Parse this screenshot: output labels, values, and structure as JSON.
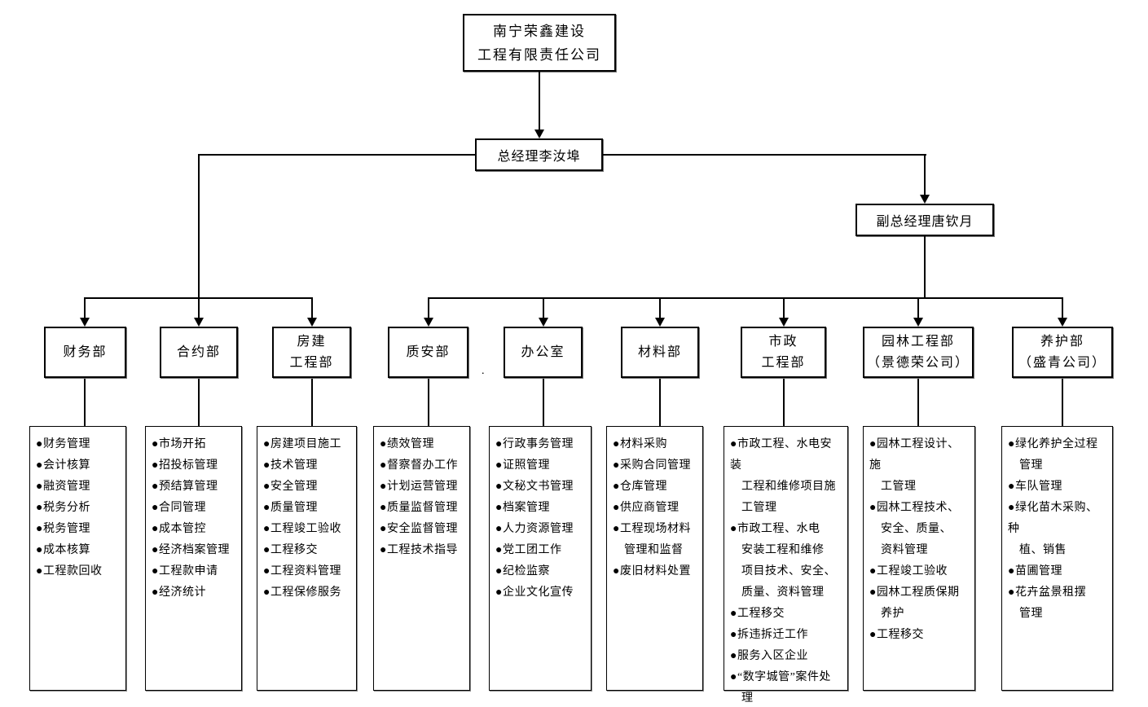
{
  "title_box": {
    "name": "南宁荣鑫建设工程有限责任公司",
    "line1": "南宁荣鑫建设",
    "line2": "工程有限责任公司"
  },
  "general_manager": "总经理李汝埠",
  "deputy_general_manager": "副总经理唐钦月",
  "stray_mark": ".",
  "departments": [
    {
      "name": "财务部",
      "name_lines": [
        "财务部"
      ],
      "duties": [
        {
          "text": "财务管理",
          "lines": [
            "财务管理"
          ]
        },
        {
          "text": "会计核算",
          "lines": [
            "会计核算"
          ]
        },
        {
          "text": "融资管理",
          "lines": [
            "融资管理"
          ]
        },
        {
          "text": "税务分析",
          "lines": [
            "税务分析"
          ]
        },
        {
          "text": "税务管理",
          "lines": [
            "税务管理"
          ]
        },
        {
          "text": "成本核算",
          "lines": [
            "成本核算"
          ]
        },
        {
          "text": "工程款回收",
          "lines": [
            "工程款回收"
          ]
        }
      ]
    },
    {
      "name": "合约部",
      "name_lines": [
        "合约部"
      ],
      "duties": [
        {
          "text": "市场开拓",
          "lines": [
            "市场开拓"
          ]
        },
        {
          "text": "招投标管理",
          "lines": [
            "招投标管理"
          ]
        },
        {
          "text": "预结算管理",
          "lines": [
            "预结算管理"
          ]
        },
        {
          "text": "合同管理",
          "lines": [
            "合同管理"
          ]
        },
        {
          "text": "成本管控",
          "lines": [
            "成本管控"
          ]
        },
        {
          "text": "经济档案管理",
          "lines": [
            "经济档案管理"
          ]
        },
        {
          "text": "工程款申请",
          "lines": [
            "工程款申请"
          ]
        },
        {
          "text": "经济统计",
          "lines": [
            "经济统计"
          ]
        }
      ]
    },
    {
      "name": "房建工程部",
      "name_lines": [
        "房建",
        "工程部"
      ],
      "duties": [
        {
          "text": "房建项目施工",
          "lines": [
            "房建项目施工"
          ]
        },
        {
          "text": "技术管理",
          "lines": [
            "技术管理"
          ]
        },
        {
          "text": "安全管理",
          "lines": [
            "安全管理"
          ]
        },
        {
          "text": "质量管理",
          "lines": [
            "质量管理"
          ]
        },
        {
          "text": "工程竣工验收",
          "lines": [
            "工程竣工验收"
          ]
        },
        {
          "text": "工程移交",
          "lines": [
            "工程移交"
          ]
        },
        {
          "text": "工程资料管理",
          "lines": [
            "工程资料管理"
          ]
        },
        {
          "text": "工程保修服务",
          "lines": [
            "工程保修服务"
          ]
        }
      ]
    },
    {
      "name": "质安部",
      "name_lines": [
        "质安部"
      ],
      "duties": [
        {
          "text": "绩效管理",
          "lines": [
            "绩效管理"
          ]
        },
        {
          "text": "督察督办工作",
          "lines": [
            "督察督办工作"
          ]
        },
        {
          "text": "计划运营管理",
          "lines": [
            "计划运营管理"
          ]
        },
        {
          "text": "质量监督管理",
          "lines": [
            "质量监督管理"
          ]
        },
        {
          "text": "安全监督管理",
          "lines": [
            "安全监督管理"
          ]
        },
        {
          "text": "工程技术指导",
          "lines": [
            "工程技术指导"
          ]
        }
      ]
    },
    {
      "name": "办公室",
      "name_lines": [
        "办公室"
      ],
      "duties": [
        {
          "text": "行政事务管理",
          "lines": [
            "行政事务管理"
          ]
        },
        {
          "text": "证照管理",
          "lines": [
            "证照管理"
          ]
        },
        {
          "text": "文秘文书管理",
          "lines": [
            "文秘文书管理"
          ]
        },
        {
          "text": "档案管理",
          "lines": [
            "档案管理"
          ]
        },
        {
          "text": "人力资源管理",
          "lines": [
            "人力资源管理"
          ]
        },
        {
          "text": "党工团工作",
          "lines": [
            "党工团工作"
          ]
        },
        {
          "text": "纪检监察",
          "lines": [
            "纪检监察"
          ]
        },
        {
          "text": "企业文化宣传",
          "lines": [
            "企业文化宣传"
          ]
        }
      ]
    },
    {
      "name": "材料部",
      "name_lines": [
        "材料部"
      ],
      "duties": [
        {
          "text": "材料采购",
          "lines": [
            "材料采购"
          ]
        },
        {
          "text": "采购合同管理",
          "lines": [
            "采购合同管理"
          ]
        },
        {
          "text": "仓库管理",
          "lines": [
            "仓库管理"
          ]
        },
        {
          "text": "供应商管理",
          "lines": [
            "供应商管理"
          ]
        },
        {
          "text": "工程现场材料管理和监督",
          "lines": [
            "工程现场材料",
            "管理和监督"
          ]
        },
        {
          "text": "废旧材料处置",
          "lines": [
            "废旧材料处置"
          ]
        }
      ]
    },
    {
      "name": "市政工程部",
      "name_lines": [
        "市政",
        "工程部"
      ],
      "duties": [
        {
          "text": "市政工程、水电安装工程和维修项目施工管理",
          "lines": [
            "市政工程、水电安装",
            "工程和维修项目施",
            "工管理"
          ]
        },
        {
          "text": "市政工程、水电安装工程和维修项目技术、安全、质量、资料管理",
          "lines": [
            "市政工程、水电",
            "安装工程和维修",
            "项目技术、安全、",
            "质量、资料管理"
          ]
        },
        {
          "text": "工程移交",
          "lines": [
            "工程移交"
          ]
        },
        {
          "text": "拆违拆迁工作",
          "lines": [
            "拆违拆迁工作"
          ]
        },
        {
          "text": "服务入区企业",
          "lines": [
            "服务入区企业"
          ]
        },
        {
          "text": "“数字城管”案件处理",
          "lines": [
            "“数字城管”案件处",
            "理"
          ]
        }
      ]
    },
    {
      "name": "园林工程部（景德荣公司）",
      "name_lines": [
        "园林工程部",
        "（景德荣公司）"
      ],
      "duties": [
        {
          "text": "园林工程设计、施工管理",
          "lines": [
            "园林工程设计、施",
            "工管理"
          ]
        },
        {
          "text": "园林工程技术、安全、质量、资料管理",
          "lines": [
            "园林工程技术、",
            "安全、质量、",
            "资料管理"
          ]
        },
        {
          "text": "工程竣工验收",
          "lines": [
            "工程竣工验收"
          ]
        },
        {
          "text": "园林工程质保期养护",
          "lines": [
            "园林工程质保期",
            "养护"
          ]
        },
        {
          "text": "工程移交",
          "lines": [
            "工程移交"
          ]
        }
      ]
    },
    {
      "name": "养护部（盛青公司）",
      "name_lines": [
        "养护部",
        "（盛青公司）"
      ],
      "duties": [
        {
          "text": "绿化养护全过程管理",
          "lines": [
            "绿化养护全过程",
            "管理"
          ]
        },
        {
          "text": "车队管理",
          "lines": [
            "车队管理"
          ]
        },
        {
          "text": "绿化苗木采购、种植、销售",
          "lines": [
            "绿化苗木采购、种",
            "植、销售"
          ]
        },
        {
          "text": "苗圃管理",
          "lines": [
            "苗圃管理"
          ]
        },
        {
          "text": "花卉盆景租摆管理",
          "lines": [
            "花卉盆景租摆",
            "管理"
          ]
        }
      ]
    }
  ]
}
